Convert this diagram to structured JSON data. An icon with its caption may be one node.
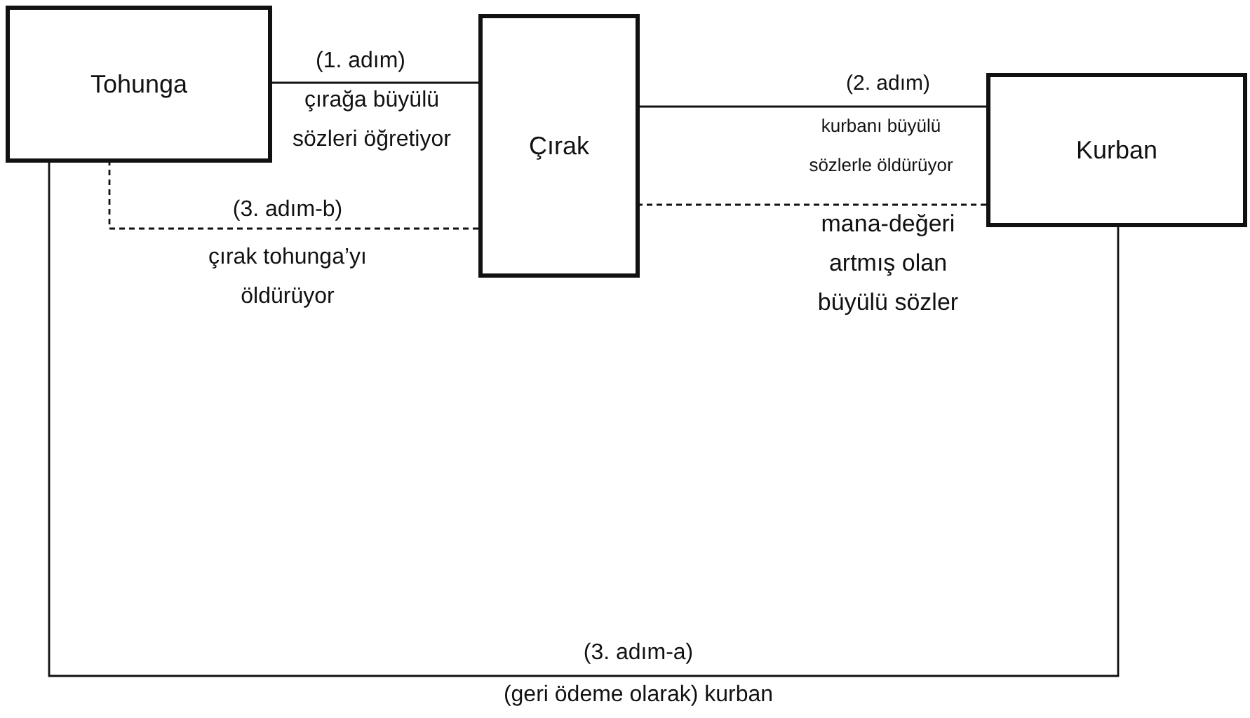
{
  "diagram": {
    "nodes": [
      {
        "text": [
          "Tohunga"
        ]
      },
      {
        "text": [
          "Çırak"
        ]
      },
      {
        "text": [
          "Kurban"
        ]
      }
    ],
    "edges": [
      {
        "from": 0,
        "to": 1,
        "arrow": "none",
        "label": "(1. adım)"
      },
      {
        "from": 1,
        "to": 2,
        "arrow": "none",
        "label": "(2. adım)"
      },
      {
        "from": 2,
        "to": 1,
        "arrow": "none",
        "style": "dashed",
        "label": "mana-değeri artmış olan büyülü sözler"
      },
      {
        "from": 1,
        "to": 0,
        "arrow": "none",
        "style": "dashed",
        "label": "(3. adım-b)"
      },
      {
        "from": 2,
        "to": 0,
        "arrow": "none",
        "label": "(3. adım-a)"
      }
    ],
    "labels": [
      "çırağa büyülü sözleri öğretiyor",
      "kurbanı büyülü sözlerle öldürüyor",
      "çırak tohunga’yı öldürüyor",
      "(geri ödeme olarak) kurban"
    ]
  }
}
